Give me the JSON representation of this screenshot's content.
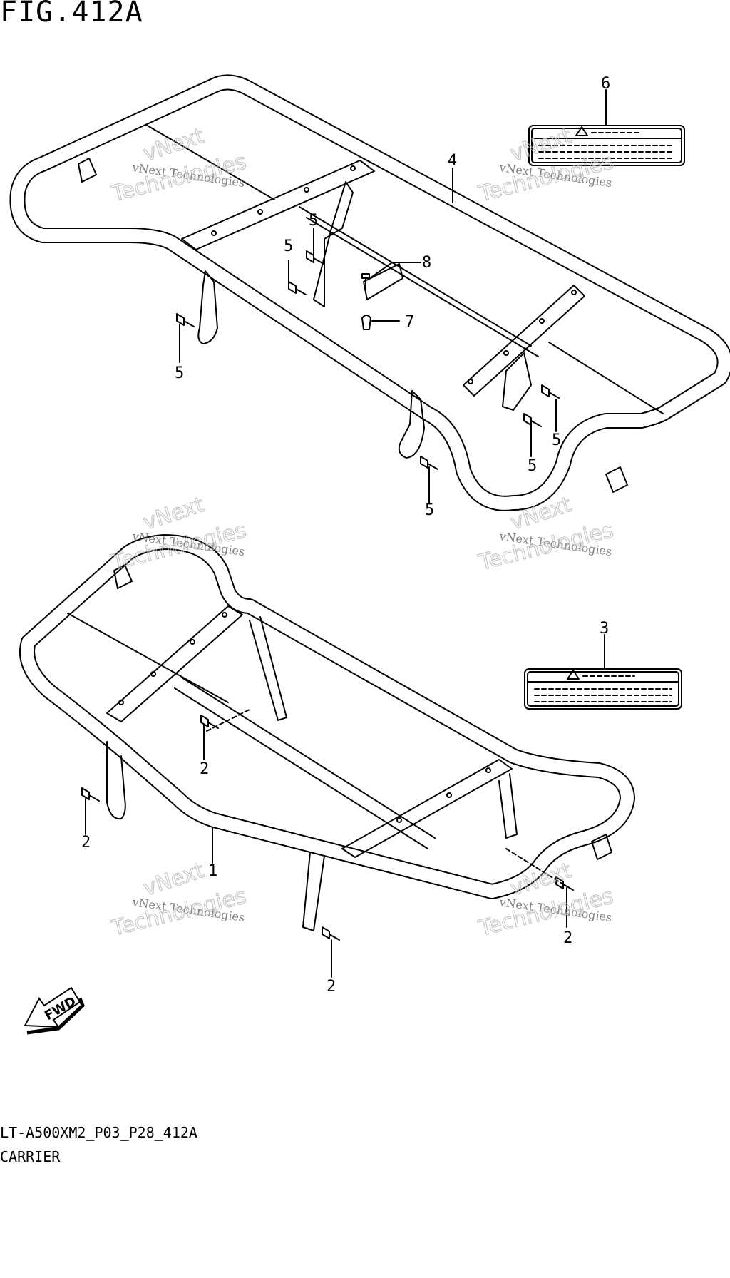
{
  "figure": {
    "title": "FIG.412A",
    "code": "LT-A500XM2_P03_P28_412A",
    "caption": "CARRIER"
  },
  "callouts": {
    "upper_carrier": "4",
    "upper_label": "6",
    "upper_bolt": "5",
    "upper_screw": "8",
    "upper_nut": "7",
    "lower_carrier": "1",
    "lower_label": "3",
    "lower_bolt": "2"
  },
  "direction_arrow": "FWD",
  "watermark": {
    "line1": "vNext Technologies",
    "line2": "vNext",
    "line3": "Technologies"
  },
  "icons": [
    "warning-triangle-icon",
    "fwd-arrow-icon",
    "bolt-icon"
  ]
}
